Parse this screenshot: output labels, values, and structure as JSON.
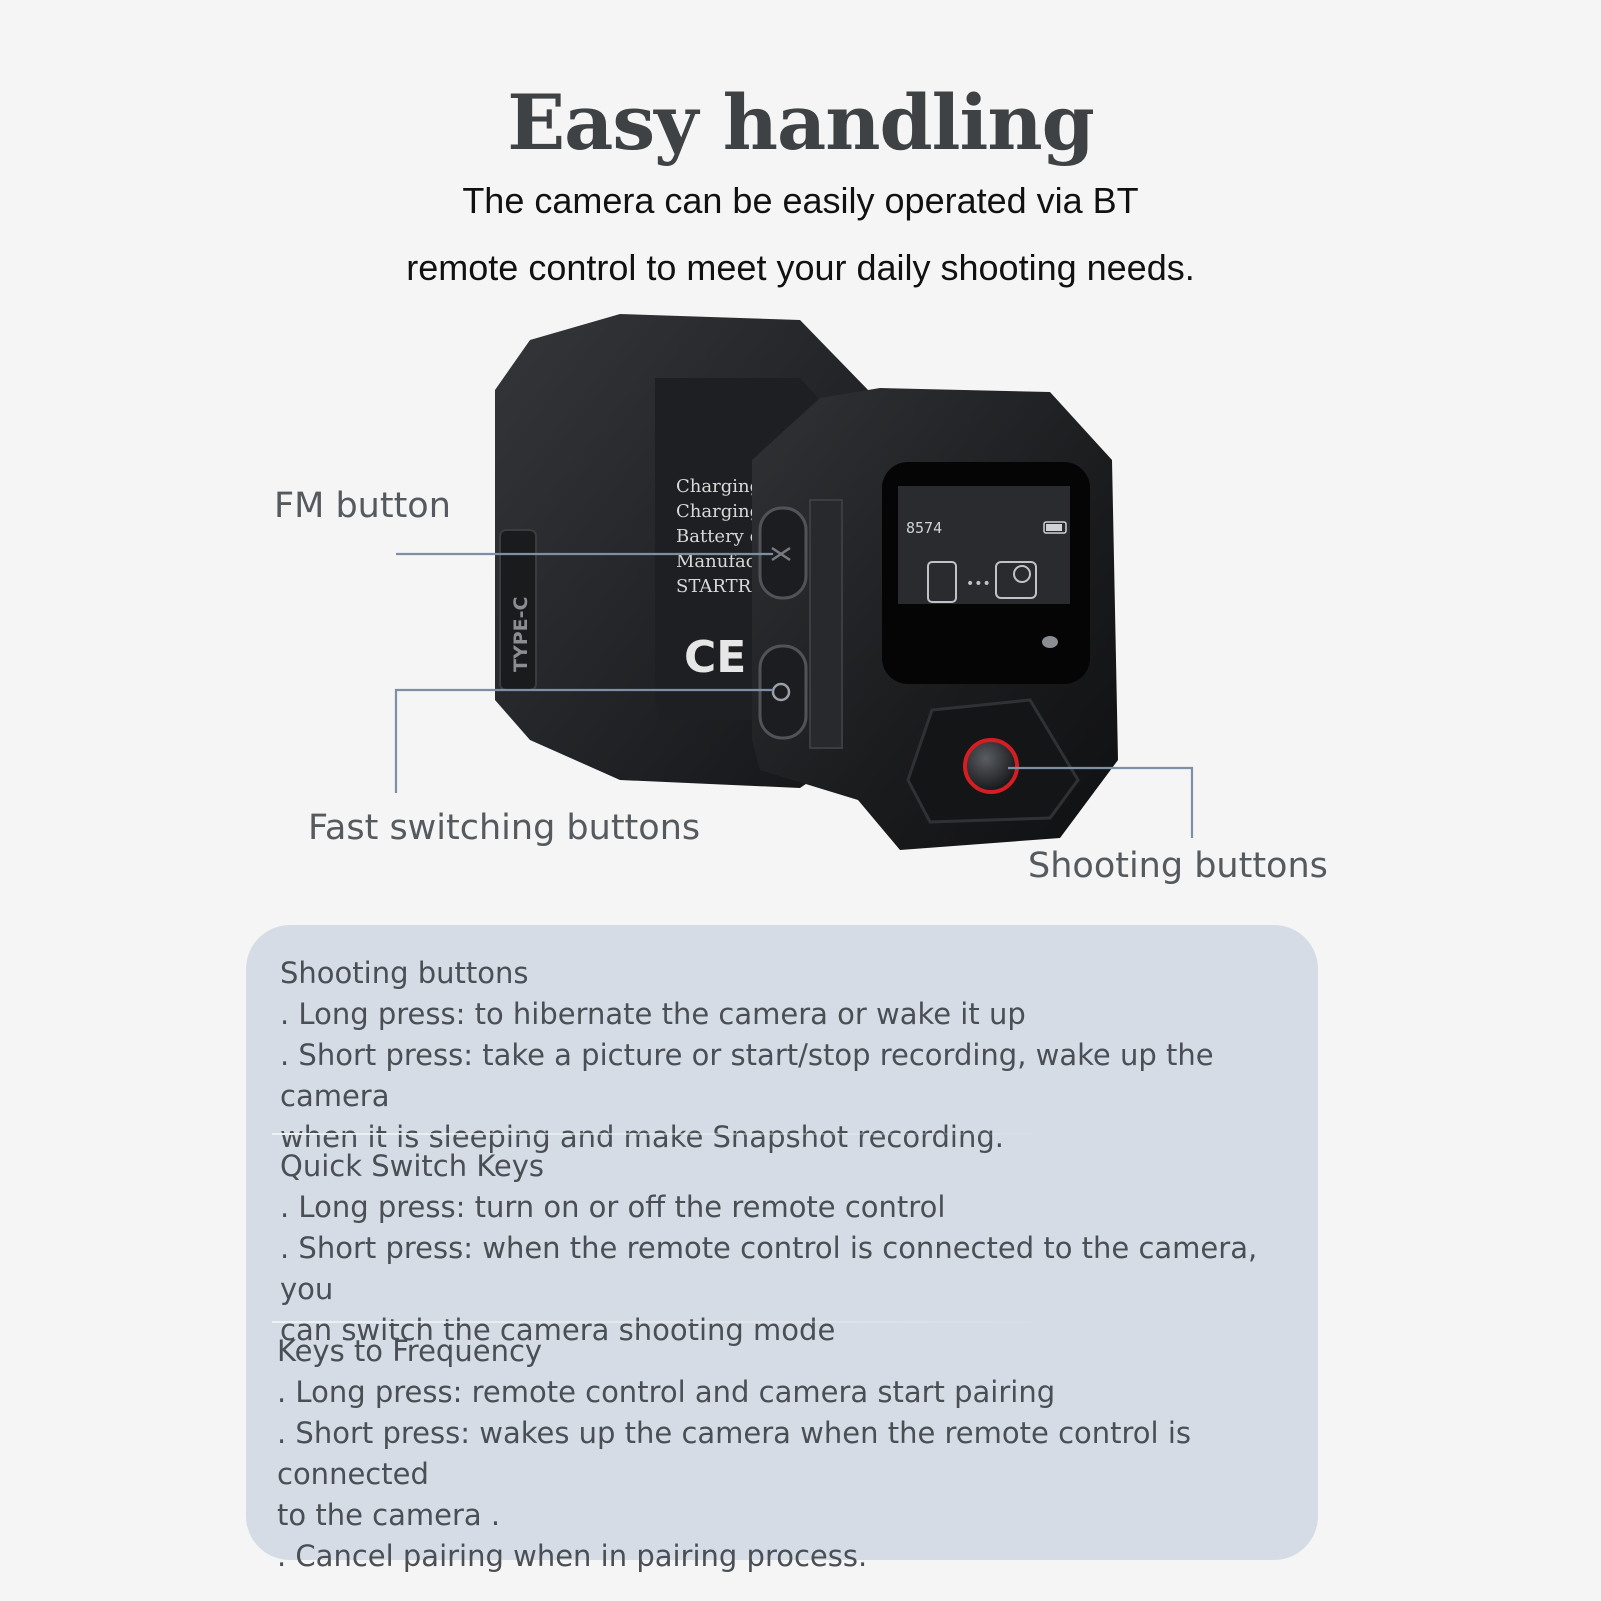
{
  "header": {
    "title": "Easy handling",
    "subtitle_line1": "The camera can be easily operated via BT",
    "subtitle_line2": "remote control to meet your daily shooting needs."
  },
  "device": {
    "screen_code": "8574",
    "port_label": "TYPE-C",
    "back_label_lines": [
      "Charging v",
      "Charging c",
      "Battery ca",
      "Manufactur",
      "STARTRC Te"
    ],
    "ce_mark": "CE",
    "colors": {
      "body": "#1c1d1f",
      "ring": "#d41e24",
      "leader": "#7d8fa6"
    }
  },
  "callouts": {
    "fm_button": "FM button",
    "fast_switching": "Fast switching buttons",
    "shooting": "Shooting buttons"
  },
  "panel": {
    "sections": [
      {
        "heading": "Shooting buttons",
        "lines": [
          ". Long press: to hibernate the camera or wake it up",
          ". Short press: take a picture or start/stop recording, wake up the camera",
          "when it is sleeping and make Snapshot recording."
        ]
      },
      {
        "heading": "Quick Switch Keys",
        "lines": [
          ". Long press: turn on or off the remote control",
          ". Short press: when the remote control is connected to the camera, you",
          "can switch the camera shooting mode"
        ]
      },
      {
        "heading": "Keys to Frequency",
        "lines": [
          ". Long press: remote control and camera start pairing",
          ". Short press: wakes up the camera when the remote control is connected",
          "to the camera .",
          ". Cancel pairing when in pairing process."
        ]
      }
    ]
  }
}
